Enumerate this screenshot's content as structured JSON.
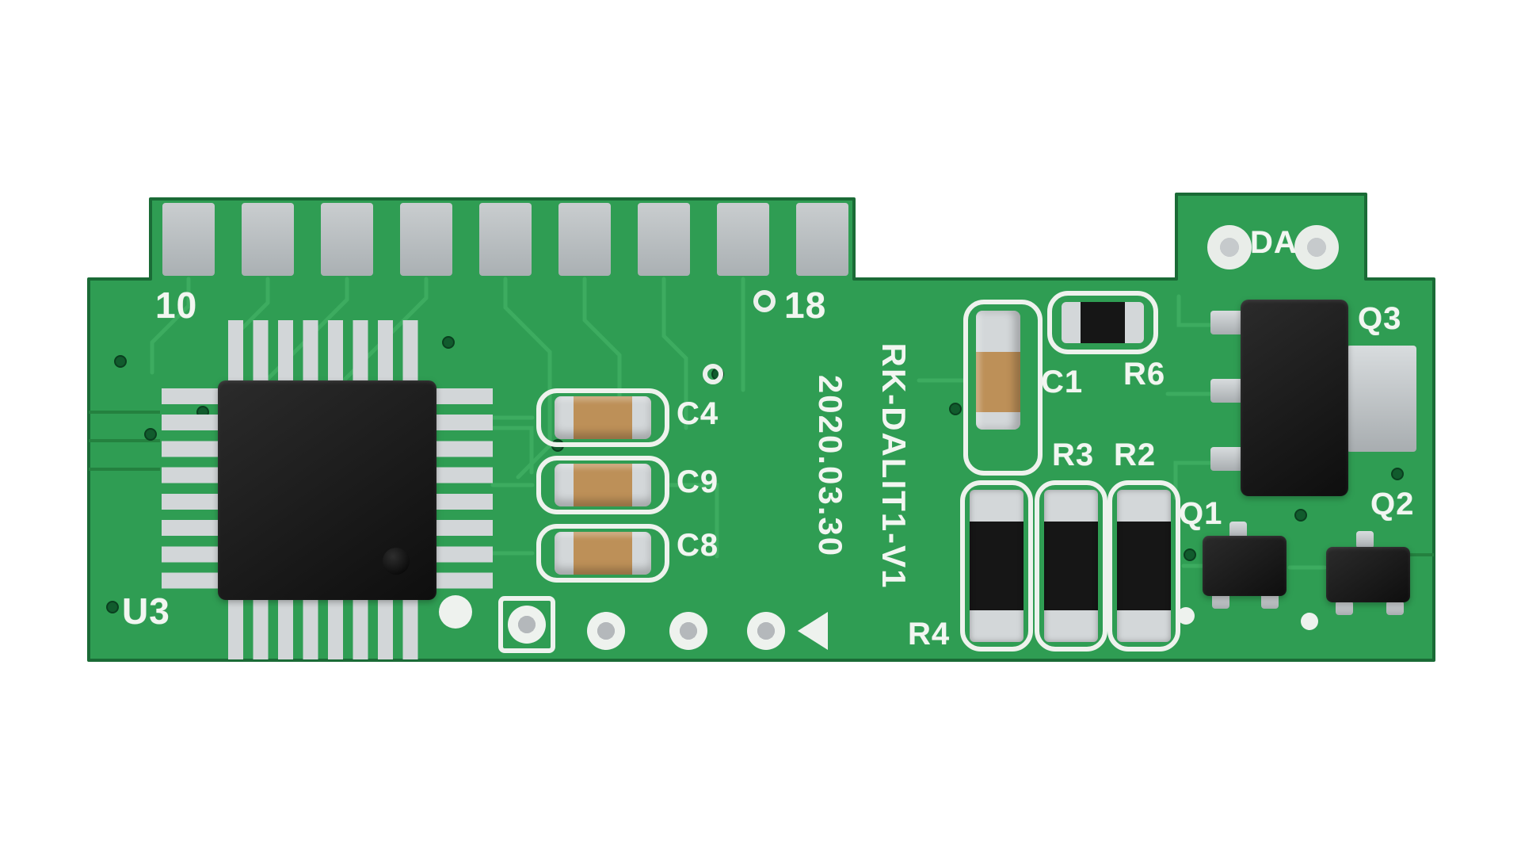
{
  "scene": {
    "subject": "Green printed circuit board module, top view on white background"
  },
  "silkscreen": {
    "pin_left": "10",
    "pin_right": "18",
    "ic": "U3",
    "cap4": "C4",
    "cap9": "C9",
    "cap8": "C8",
    "cap1": "C1",
    "res6": "R6",
    "res3": "R3",
    "res2": "R2",
    "res4": "R4",
    "transistor1": "Q1",
    "transistor2": "Q2",
    "transistor3": "Q3",
    "da": "DA",
    "model": "RK-DALIT1-V1",
    "date": "2020.03.30"
  },
  "colors": {
    "background": "#ffffff",
    "pcb_green": "#2f9d53",
    "board_edge": "#1a6b36",
    "trace_light": "#3fae62",
    "trace_dark": "#24813f",
    "silkscreen_white": "#f2f6f1",
    "pad_silver": "#c9cdcf",
    "component_black": "#161616",
    "capacitor_tan": "#bd9058"
  }
}
